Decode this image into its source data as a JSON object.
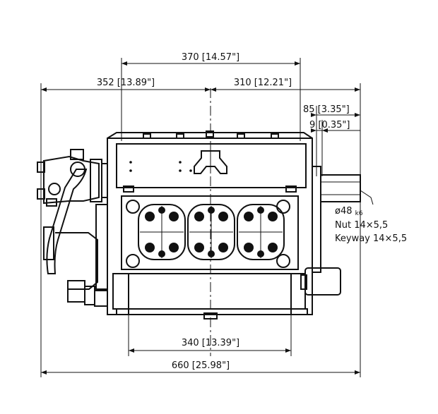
{
  "dimensions": {
    "overall_width": "660 [25.98\"]",
    "bolt_span": "370 [14.57\"]",
    "left_to_center": "352 [13.89\"]",
    "center_to_right": "310 [12.21\"]",
    "shaft_extension": "85 [3.35\"]",
    "shaft_offset": "9 [0.35\"]",
    "base_span": "340 [13.39\"]"
  },
  "shaft_spec": {
    "diameter_main": "ø48",
    "diameter_tol": "k6",
    "nut": "Nut  14×5,5",
    "keyway": "Keyway  14×5,5"
  },
  "colors": {
    "line": "#111111",
    "background": "#ffffff"
  }
}
